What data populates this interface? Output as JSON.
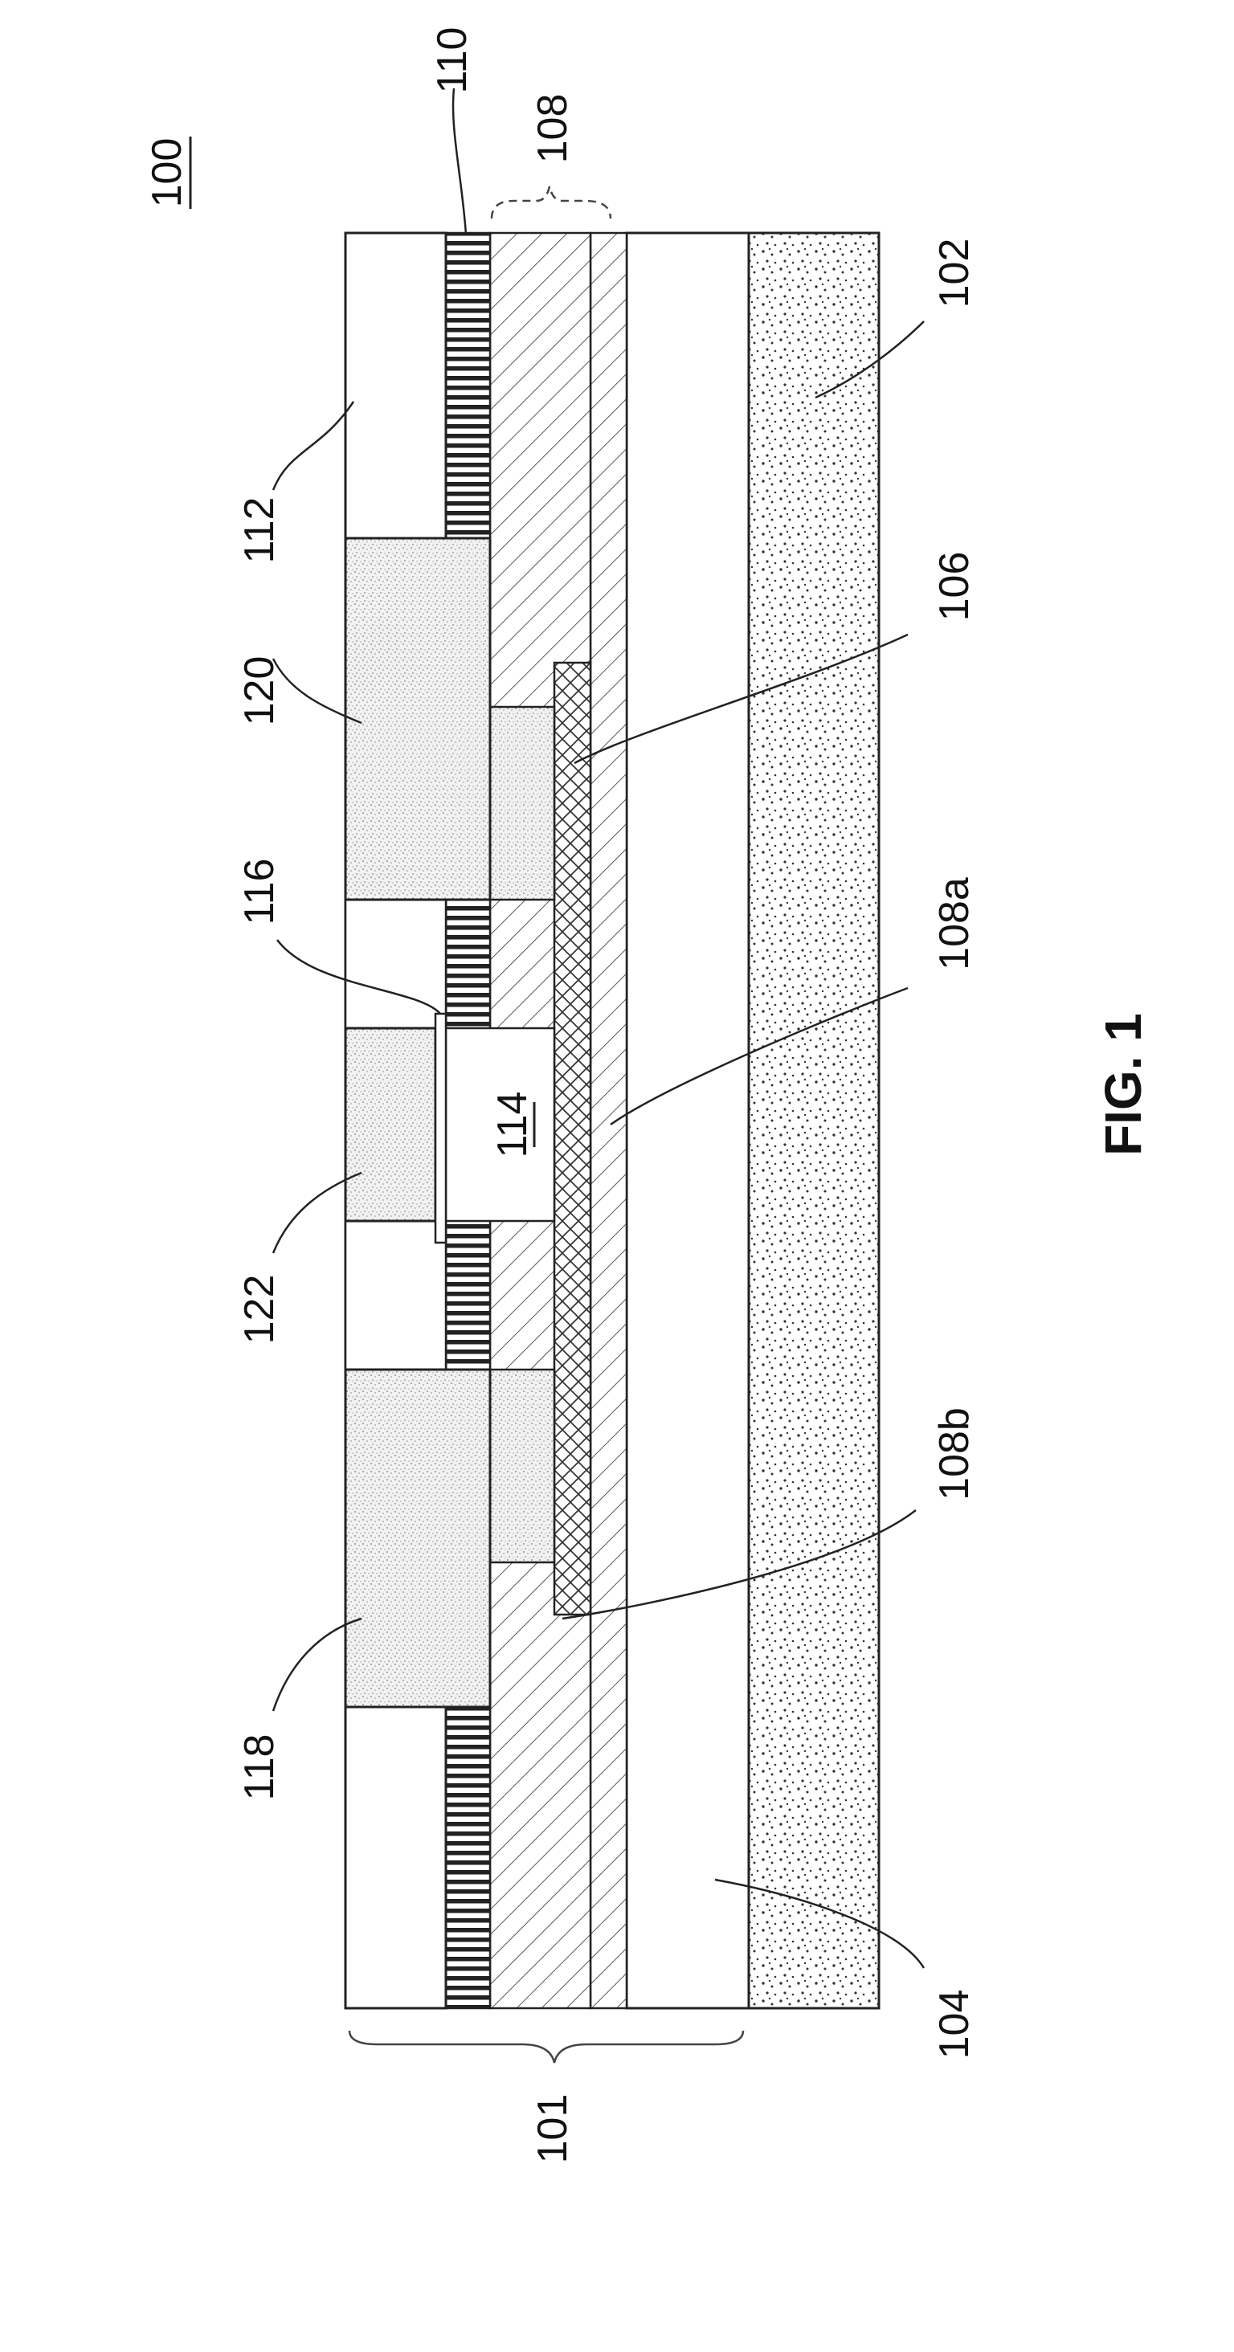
{
  "figure": {
    "ref_number": "100",
    "caption": "FIG. 1",
    "labels": {
      "ref_101": "101",
      "ref_102": "102",
      "ref_104": "104",
      "ref_106": "106",
      "ref_108": "108",
      "ref_108a": "108a",
      "ref_108b": "108b",
      "ref_110": "110",
      "ref_112": "112",
      "ref_114": "114",
      "ref_116": "116",
      "ref_118": "118",
      "ref_120": "120",
      "ref_122": "122"
    }
  },
  "colors": {
    "line": "#222222",
    "dot_stipple": "#333333",
    "fine_stipple": "#999999",
    "hatch": "#444444",
    "paper": "#ffffff"
  }
}
